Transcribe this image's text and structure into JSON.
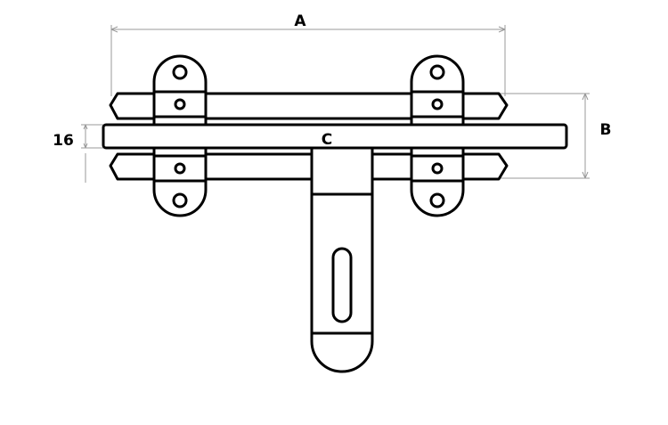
{
  "labels": {
    "a": "A",
    "b": "B",
    "c": "C",
    "thickness": "16"
  },
  "colors": {
    "outline": "#000000",
    "dimension": "#999999",
    "fill": "#ffffff"
  }
}
